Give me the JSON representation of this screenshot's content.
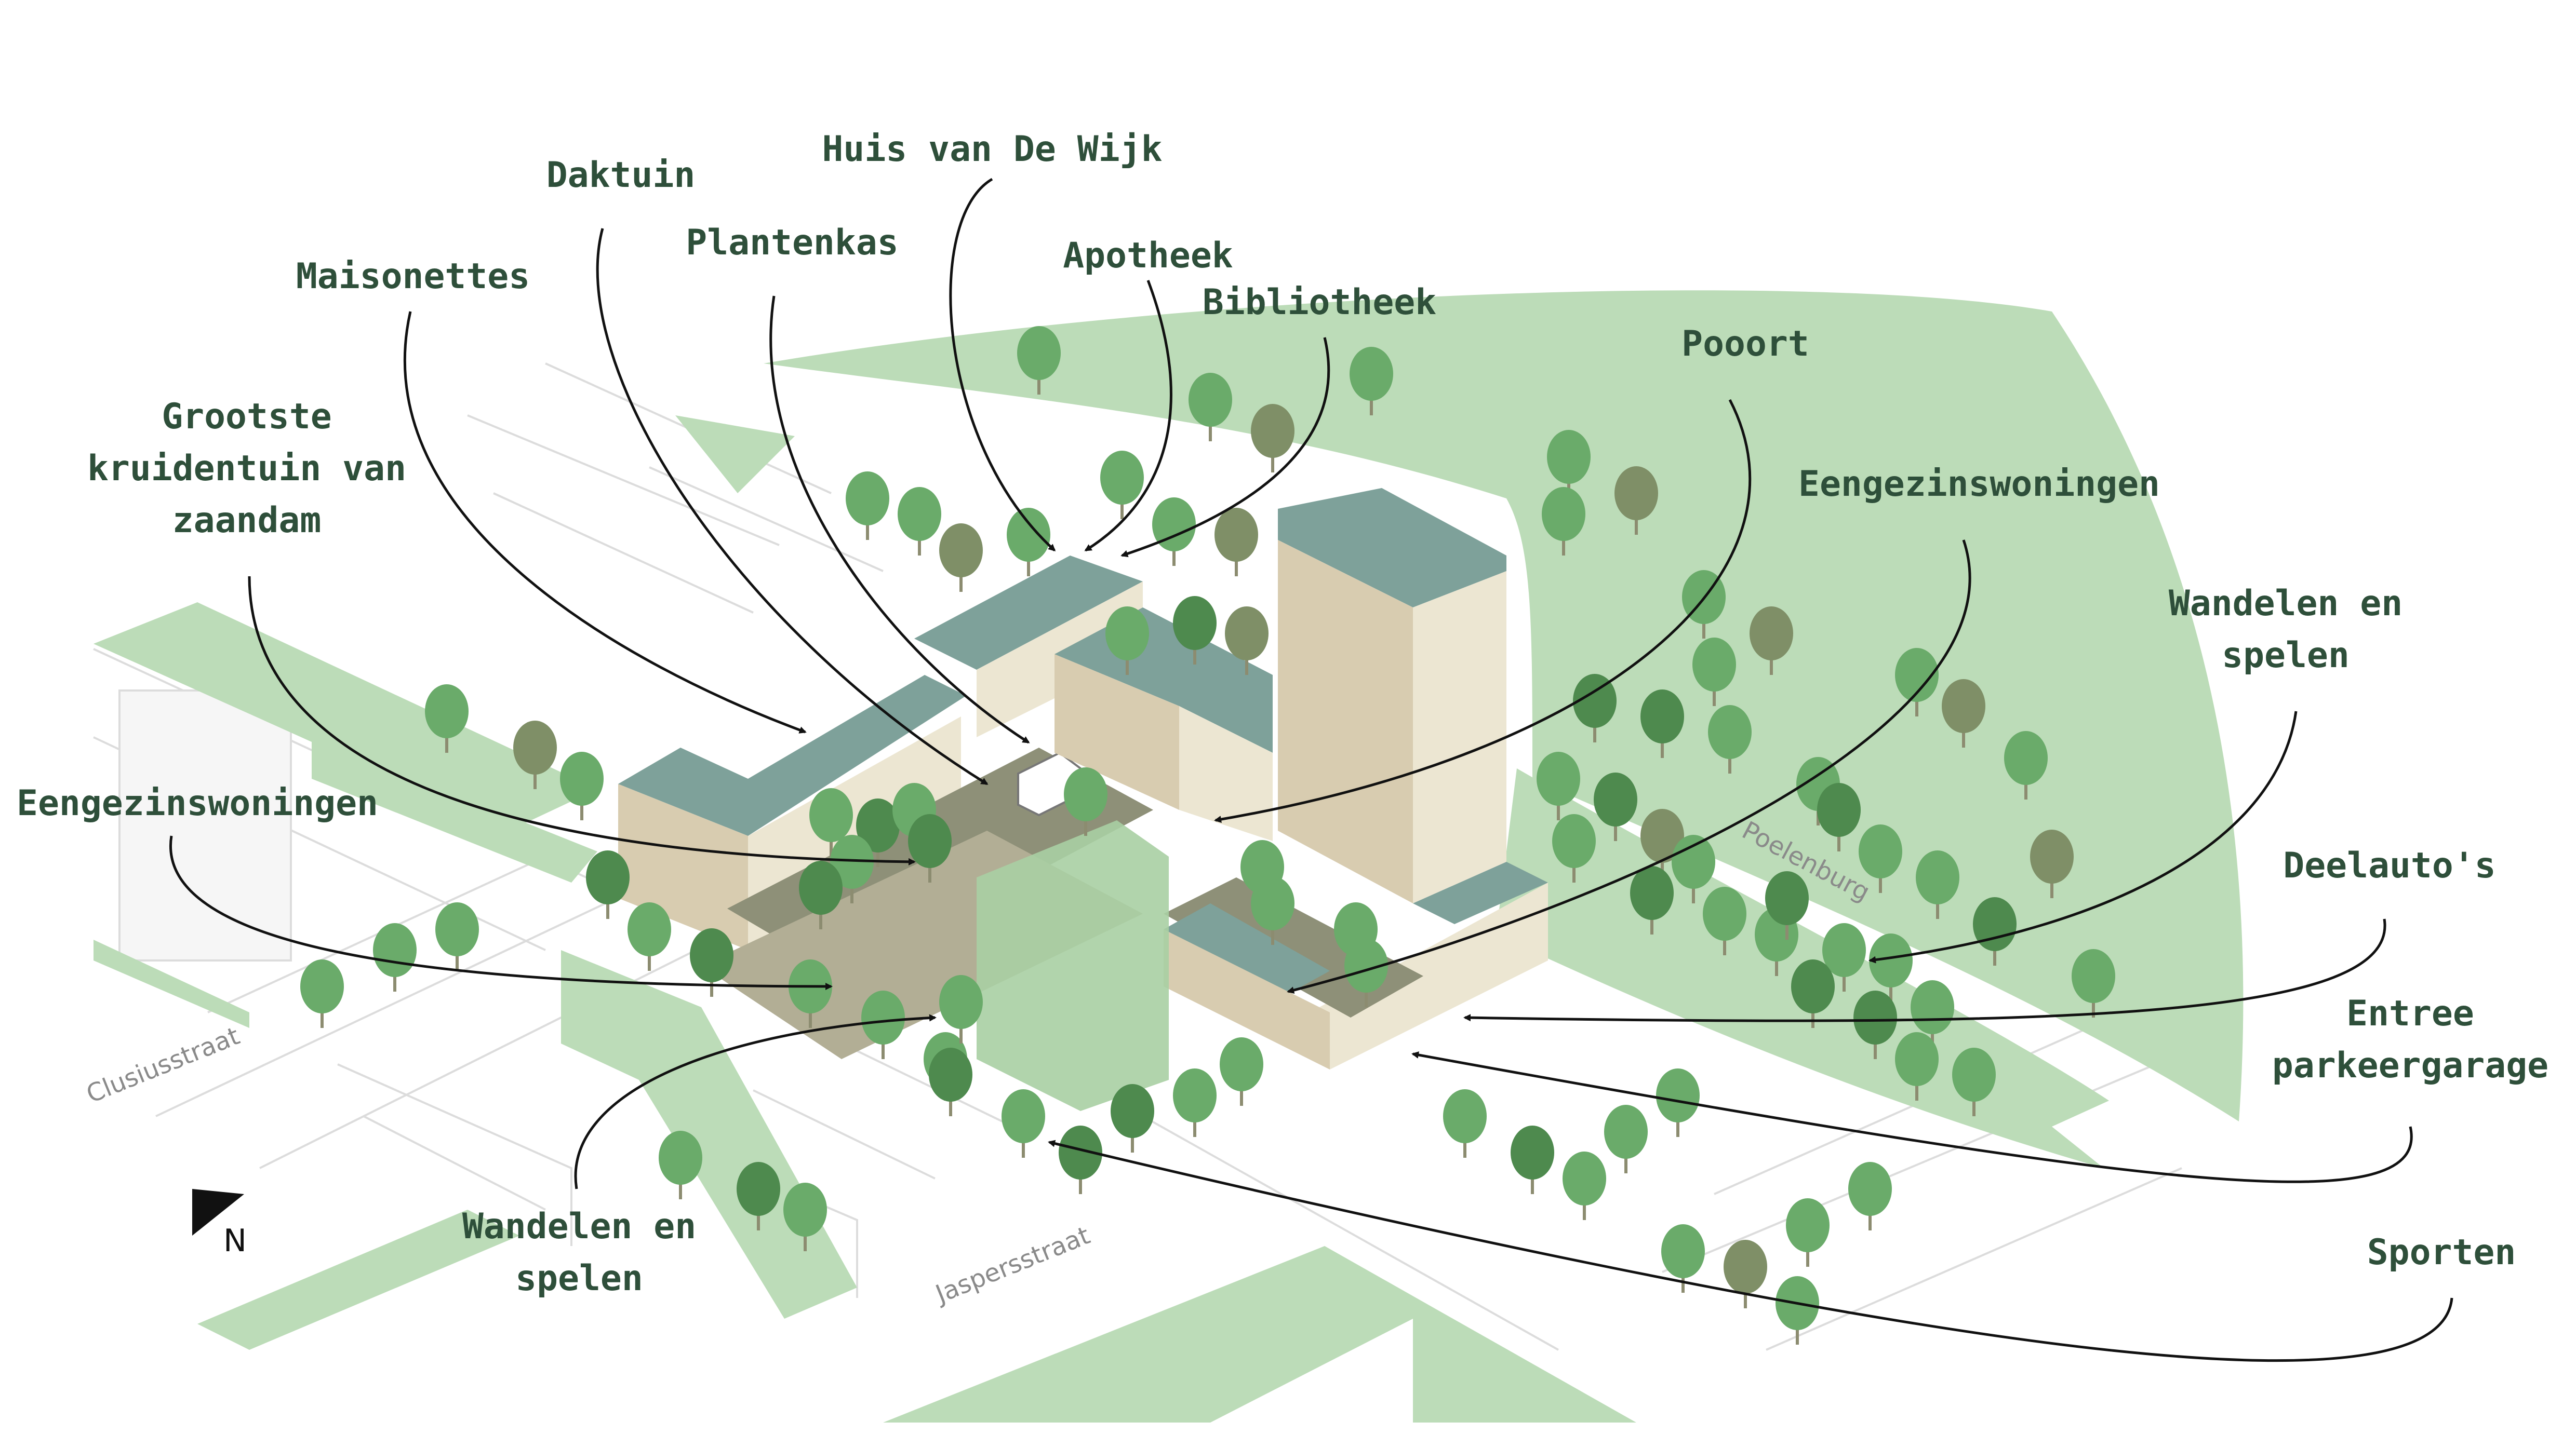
{
  "labels": [
    {
      "id": "huis-van-de-wijk",
      "lines": [
        "Huis van De Wijk"
      ]
    },
    {
      "id": "daktuin",
      "lines": [
        "Daktuin"
      ]
    },
    {
      "id": "plantenkas",
      "lines": [
        "Plantenkas"
      ]
    },
    {
      "id": "apotheek",
      "lines": [
        "Apotheek"
      ]
    },
    {
      "id": "bibliotheek",
      "lines": [
        "Bibliotheek"
      ]
    },
    {
      "id": "maisonettes",
      "lines": [
        "Maisonettes"
      ]
    },
    {
      "id": "pooort",
      "lines": [
        "Pooort"
      ]
    },
    {
      "id": "grootste-kruidentuin",
      "lines": [
        "Grootste",
        "kruidentuin van",
        "zaandam"
      ]
    },
    {
      "id": "eengezinswoningen-right",
      "lines": [
        "Eengezinswoningen"
      ]
    },
    {
      "id": "wandelen-spelen-right",
      "lines": [
        "Wandelen en",
        "spelen"
      ]
    },
    {
      "id": "eengezinswoningen-left",
      "lines": [
        "Eengezinswoningen"
      ]
    },
    {
      "id": "deelautos",
      "lines": [
        "Deelauto's"
      ]
    },
    {
      "id": "entree-parkeergarage",
      "lines": [
        "Entree",
        "parkeergarage"
      ]
    },
    {
      "id": "wandelen-spelen-bottom",
      "lines": [
        "Wandelen en",
        "spelen"
      ]
    },
    {
      "id": "sporten",
      "lines": [
        "Sporten"
      ]
    }
  ],
  "streets": {
    "clusiusstraat": "Clusiusstraat",
    "poelenburg": "Poelenburg",
    "jaspersstraat": "Jaspersstraat"
  },
  "compass": {
    "north": "N"
  },
  "colors": {
    "label": "#2e4f3a",
    "green_area": "#bcdcb8",
    "building_wall": "#d8ccb0",
    "building_wall_light": "#ece6d2",
    "roof": "#7ea19a",
    "tree": "#6aab6a",
    "tree_dark": "#4e8a4e",
    "tree_olive": "#7f8f67",
    "street_label": "#8a8a8a"
  }
}
